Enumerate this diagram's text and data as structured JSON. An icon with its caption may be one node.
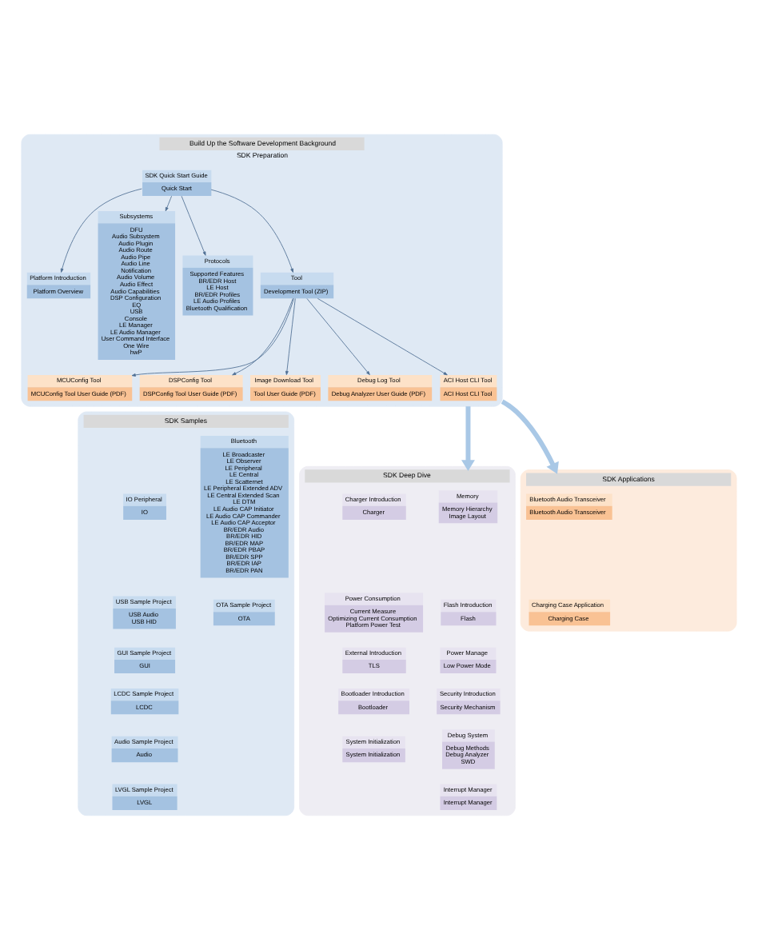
{
  "diagram": {
    "nodes": [
      {
        "text": [
          "Build Up the Software Development Background",
          "SDK Preparation"
        ]
      },
      {
        "text": [
          "SDK Quick Start Guide",
          "Quick Start"
        ],
        "in": 0
      },
      {
        "text": [
          "Platform Introduction",
          "Platform Overview"
        ],
        "in": 0
      },
      {
        "text": [
          "Subsystems",
          "DFU",
          "Audio Subsystem",
          "Audio Plugin",
          "Audio Route",
          "Audio Pipe",
          "Audio Line",
          "Notification",
          "Audio Volume",
          "Audio Effect",
          "Audio Capabilities",
          "DSP Configuration",
          "EQ",
          "USB",
          "Console",
          "LE Manager",
          "LE Audio Manager",
          "User Command Interface",
          "One Wire",
          "hwP"
        ],
        "in": 0
      },
      {
        "text": [
          "Protocols",
          "Supported Features",
          "BR/EDR Host",
          "LE Host",
          "BR/EDR Profiles",
          "LE Audio Profiles",
          "Bluetooth Qualification"
        ],
        "in": 0
      },
      {
        "text": [
          "Tool",
          "Development Tool (ZIP)"
        ],
        "in": 0
      },
      {
        "text": [
          "MCUConfig Tool",
          "MCUConfig Tool User Guide (PDF)"
        ],
        "in": 0
      },
      {
        "text": [
          "DSPConfig Tool",
          "DSPConfig Tool User Guide (PDF)"
        ],
        "in": 0
      },
      {
        "text": [
          "Image Download Tool",
          "Tool User Guide (PDF)"
        ],
        "in": 0
      },
      {
        "text": [
          "Debug Log Tool",
          "Debug Analyzer User Guide (PDF)"
        ],
        "in": 0
      },
      {
        "text": [
          "ACI Host CLI Tool",
          "ACI Host CLI Tool"
        ],
        "in": 0
      },
      {
        "text": [
          "SDK Deep Dive"
        ]
      },
      {
        "text": [
          "Memory",
          "Memory Hierarchy",
          "Image Layout"
        ],
        "in": 11
      },
      {
        "text": [
          "Charger Introduction",
          "Charger"
        ],
        "in": 11
      },
      {
        "text": [
          "Flash Introduction",
          "Flash"
        ],
        "in": 11
      },
      {
        "text": [
          "Power Consumption",
          "Current Measure",
          "Optimizing Current Consumption",
          "Platform Power Test"
        ],
        "in": 11
      },
      {
        "text": [
          "Power Manage",
          "Low Power Mode"
        ],
        "in": 11
      },
      {
        "text": [
          "External Introduction",
          "TLS"
        ],
        "in": 11
      },
      {
        "text": [
          "Security Introduction",
          "Security Mechanism"
        ],
        "in": 11
      },
      {
        "text": [
          "Bootloader Introduction",
          "Bootloader"
        ],
        "in": 11
      },
      {
        "text": [
          "Debug System",
          "Debug Methods",
          "Debug Analyzer",
          "SWD"
        ],
        "in": 11
      },
      {
        "text": [
          "System Initialization",
          "System Initialization"
        ],
        "in": 11
      },
      {
        "text": [
          "Interrupt Manager",
          "Interrupt Manager"
        ],
        "in": 11
      },
      {
        "text": [
          "SDK Samples"
        ]
      },
      {
        "text": [
          "Bluetooth",
          "LE Broadcaster",
          "LE Observer",
          "LE Peripheral",
          "LE Central",
          "LE Scatternet",
          "LE Peripheral Extended ADV",
          "LE Central Extended Scan",
          "LE DTM",
          "LE Audio CAP Initiator",
          "LE Audio CAP Commander",
          "LE Audio CAP Acceptor",
          "BR/EDR Audio",
          "BR/EDR HID",
          "BR/EDR MAP",
          "BR/EDR PBAP",
          "BR/EDR SPP",
          "BR/EDR IAP",
          "BR/EDR PAN"
        ],
        "in": 23
      },
      {
        "text": [
          "IO Peripheral",
          "IO"
        ],
        "in": 23
      },
      {
        "text": [
          "USB Sample Project",
          "USB Audio",
          "USB HID"
        ],
        "in": 23
      },
      {
        "text": [
          "GUI Sample Project",
          "GUI"
        ],
        "in": 23
      },
      {
        "text": [
          "LCDC Sample Project",
          "LCDC"
        ],
        "in": 23
      },
      {
        "text": [
          "OTA Sample Project",
          "OTA"
        ],
        "in": 23
      },
      {
        "text": [
          "Audio Sample Project",
          "Audio"
        ],
        "in": 23
      },
      {
        "text": [
          "LVGL Sample Project",
          "LVGL"
        ],
        "in": 23
      },
      {
        "text": [
          "SDK Applications"
        ]
      },
      {
        "text": [
          "Bluetooth Audio Transceiver",
          "Bluetooth Audio Transceiver"
        ],
        "in": 32
      },
      {
        "text": [
          "Charging Case Application",
          "Charging Case"
        ],
        "in": 32
      }
    ],
    "edges": [
      {
        "from": 1,
        "to": 2,
        "arrow": "to"
      },
      {
        "from": 1,
        "to": 3,
        "arrow": "to"
      },
      {
        "from": 1,
        "to": 4,
        "arrow": "to"
      },
      {
        "from": 1,
        "to": 5,
        "arrow": "to"
      },
      {
        "from": 5,
        "to": 6,
        "arrow": "to"
      },
      {
        "from": 5,
        "to": 7,
        "arrow": "to"
      },
      {
        "from": 5,
        "to": 8,
        "arrow": "to"
      },
      {
        "from": 5,
        "to": 9,
        "arrow": "to"
      },
      {
        "from": 5,
        "to": 10,
        "arrow": "to"
      },
      {
        "from": 0,
        "to": 11,
        "arrow": "to",
        "style": "thick",
        "color": "#a9c8e6"
      },
      {
        "from": 0,
        "to": 32,
        "arrow": "to",
        "style": "thick",
        "color": "#a9c8e6"
      }
    ]
  }
}
